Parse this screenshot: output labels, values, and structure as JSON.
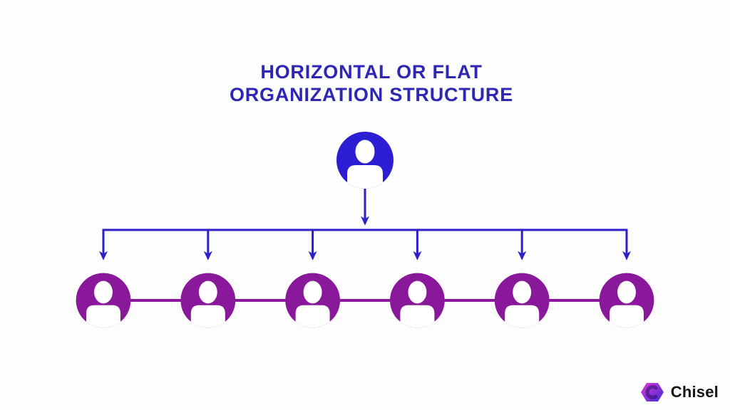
{
  "title": {
    "line1": "HORIZONTAL OR FLAT",
    "line2": "ORGANIZATION STRUCTURE"
  },
  "org": {
    "top_node": {
      "icon": "person-icon",
      "role": "top"
    },
    "members": [
      {
        "icon": "person-icon"
      },
      {
        "icon": "person-icon"
      },
      {
        "icon": "person-icon"
      },
      {
        "icon": "person-icon"
      },
      {
        "icon": "person-icon"
      },
      {
        "icon": "person-icon"
      }
    ]
  },
  "colors": {
    "background": "#fdfdfd",
    "title": "#2e27b4",
    "line": "#2c20c8",
    "top_node": "#2b1ed3",
    "member_node": "#8a189b",
    "brand_text": "#141414",
    "logo_gradient_top": "#e23ad6",
    "logo_gradient_bottom": "#3c2ad8"
  },
  "footer": {
    "brand": "Chisel",
    "logo_icon": "chisel-hexagon-logo"
  }
}
